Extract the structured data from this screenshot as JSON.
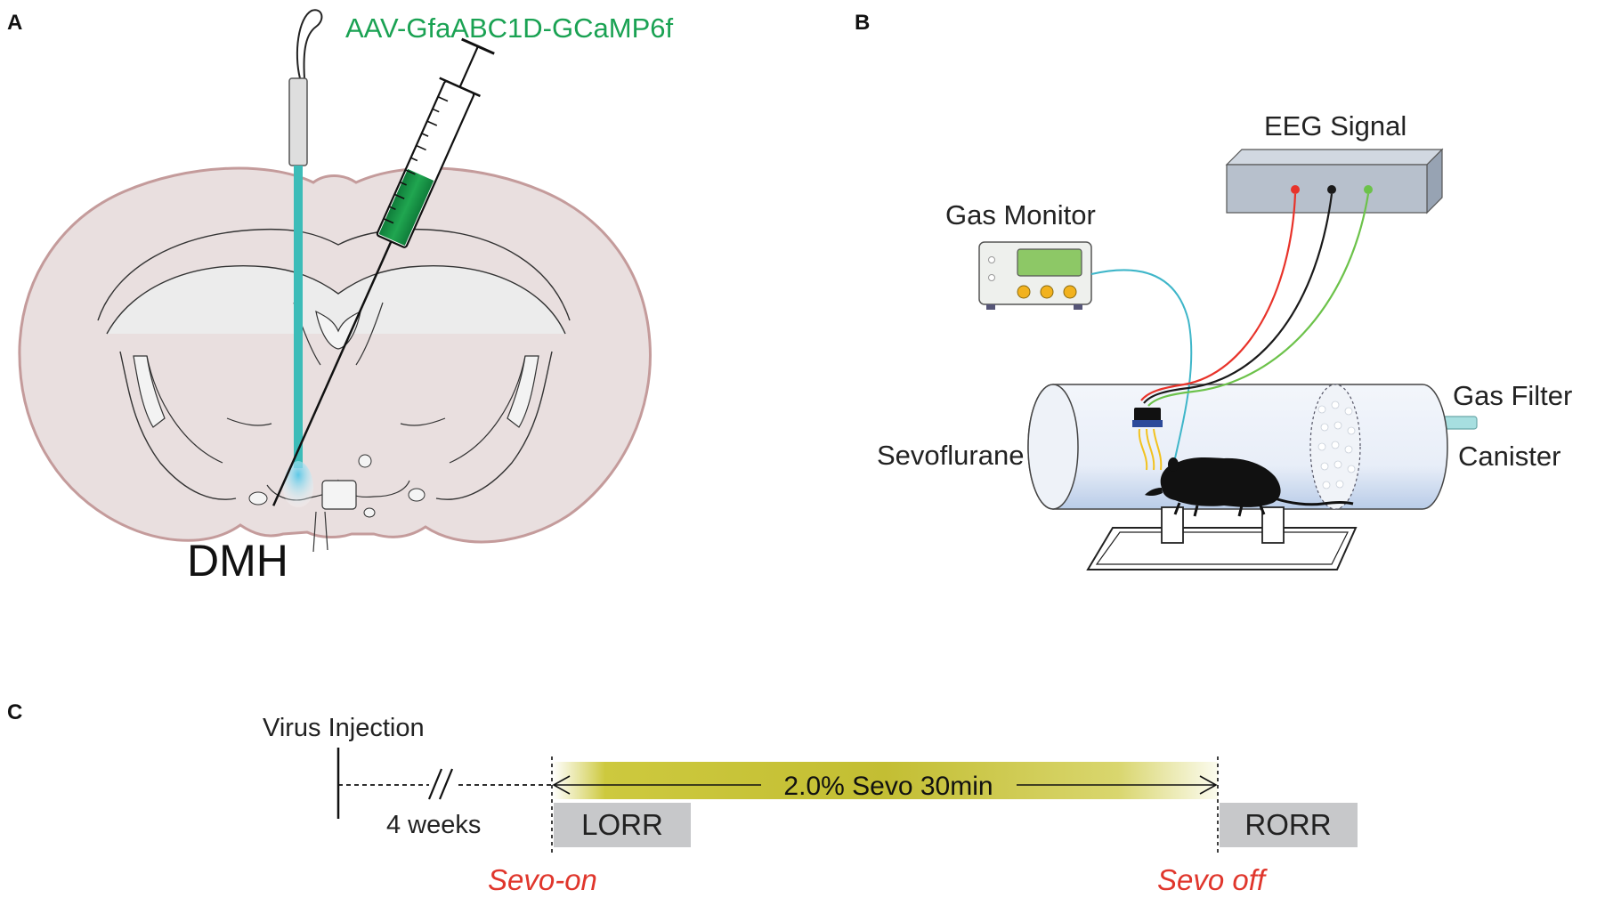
{
  "panels": {
    "a": {
      "letter": "A",
      "virus_label": "AAV-GfaABC1D-GCaMP6f",
      "region_label": "DMH"
    },
    "b": {
      "letter": "B",
      "eeg_label": "EEG Signal",
      "gas_monitor_label": "Gas Monitor",
      "sevoflurane_label": "Sevoflurane",
      "gas_filter_label": "Gas Filter",
      "canister_label": "Canister"
    },
    "c": {
      "letter": "C",
      "virus_injection_label": "Virus Injection",
      "weeks_label": "4 weeks",
      "sevo_band_label": "2.0% Sevo 30min",
      "lorr_label": "LORR",
      "rorr_label": "RORR",
      "sevo_on_label": "Sevo-on",
      "sevo_off_label": "Sevo off"
    }
  },
  "colors": {
    "virus_green": "#1aa253",
    "fiber_cyan": "#3cbcb8",
    "brain_fill": "#e9dfdf",
    "brain_outline": "#c49b9b",
    "sevo_red": "#e0362c",
    "band_yellow": "#c8c43a",
    "box_gray": "#c7c8ca",
    "eeg_box": "#b7c0cc",
    "wire_red": "#e8332a",
    "wire_black": "#1a1a1a",
    "wire_green": "#6cc24a",
    "monitor_screen": "#8dc866",
    "monitor_knob": "#f2b21e"
  }
}
